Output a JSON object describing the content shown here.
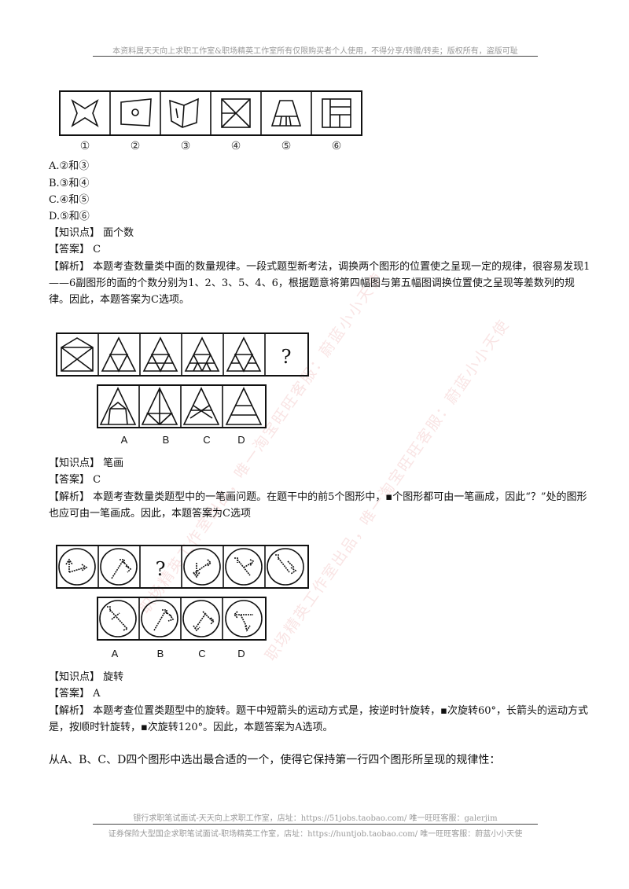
{
  "header": {
    "notice": "本资料属天天向上求职工作室&职场精英工作室所有仅限购买者个人使用，不得分享/转赠/转卖；版权所有，盗版可耻"
  },
  "q1": {
    "figure_labels": [
      "①",
      "②",
      "③",
      "④",
      "⑤",
      "⑥"
    ],
    "options": [
      "A.②和③",
      "B.③和④",
      "C.④和⑤",
      "D.⑤和⑥"
    ],
    "knowledge": "【知识点】 面个数",
    "answer": "【答案】 C",
    "analysis": "【解析】 本题考查数量类中面的数量规律。一段式题型新考法，调换两个图形的位置使之呈现一定的规律，很容易发现1——6副图形的面的个数分别为1、2、3、5、4、6，根据题意将第四幅图与第五幅图调换位置使之呈现等差数列的规律。因此，本题答案为C选项。"
  },
  "q2": {
    "question_mark": "?",
    "choice_labels": [
      "A",
      "B",
      "C",
      "D"
    ],
    "knowledge": "【知识点】 笔画",
    "answer": "【答案】 C",
    "analysis": "【解析】 本题考查数量类题型中的一笔画问题。在题干中的前5个图形中，▪个图形都可由一笔画成，因此“？”处的图形也应可由一笔画成。因此，本题答案为C选项"
  },
  "q3": {
    "question_mark": "?",
    "choice_labels": [
      "A",
      "B",
      "C",
      "D"
    ],
    "knowledge": "【知识点】 旋转",
    "answer": "【答案】 A",
    "analysis": "【解析】 本题考查位置类题型中的旋转。题干中短箭头的运动方式是，按逆时针旋转，▪次旋转60°，长箭头的运动方式是，按顺时针旋转，▪次旋转120°。因此，本题答案为A选项。"
  },
  "q4": {
    "prompt": "从A、B、C、D四个图形中选出最合适的一个，使得它保持第一行四个图形所呈现的规律性："
  },
  "footer": {
    "line1": "银行求职笔试面试-天天向上求职工作室，店址：https://51jobs.taobao.com/ 唯一旺旺客服：galerjim",
    "line2": "证券保险大型国企求职笔试面试-职场精英工作室，店址：https://huntjob.taobao.com/ 唯一旺旺客服：蔚蓝小小天使"
  },
  "watermarks": [
    "职场精英工作室出品，唯一淘宝旺旺客服：蔚蓝小小天使",
    "职场精英工作室出品，唯一淘宝旺旺客服：蔚蓝小小天使"
  ]
}
